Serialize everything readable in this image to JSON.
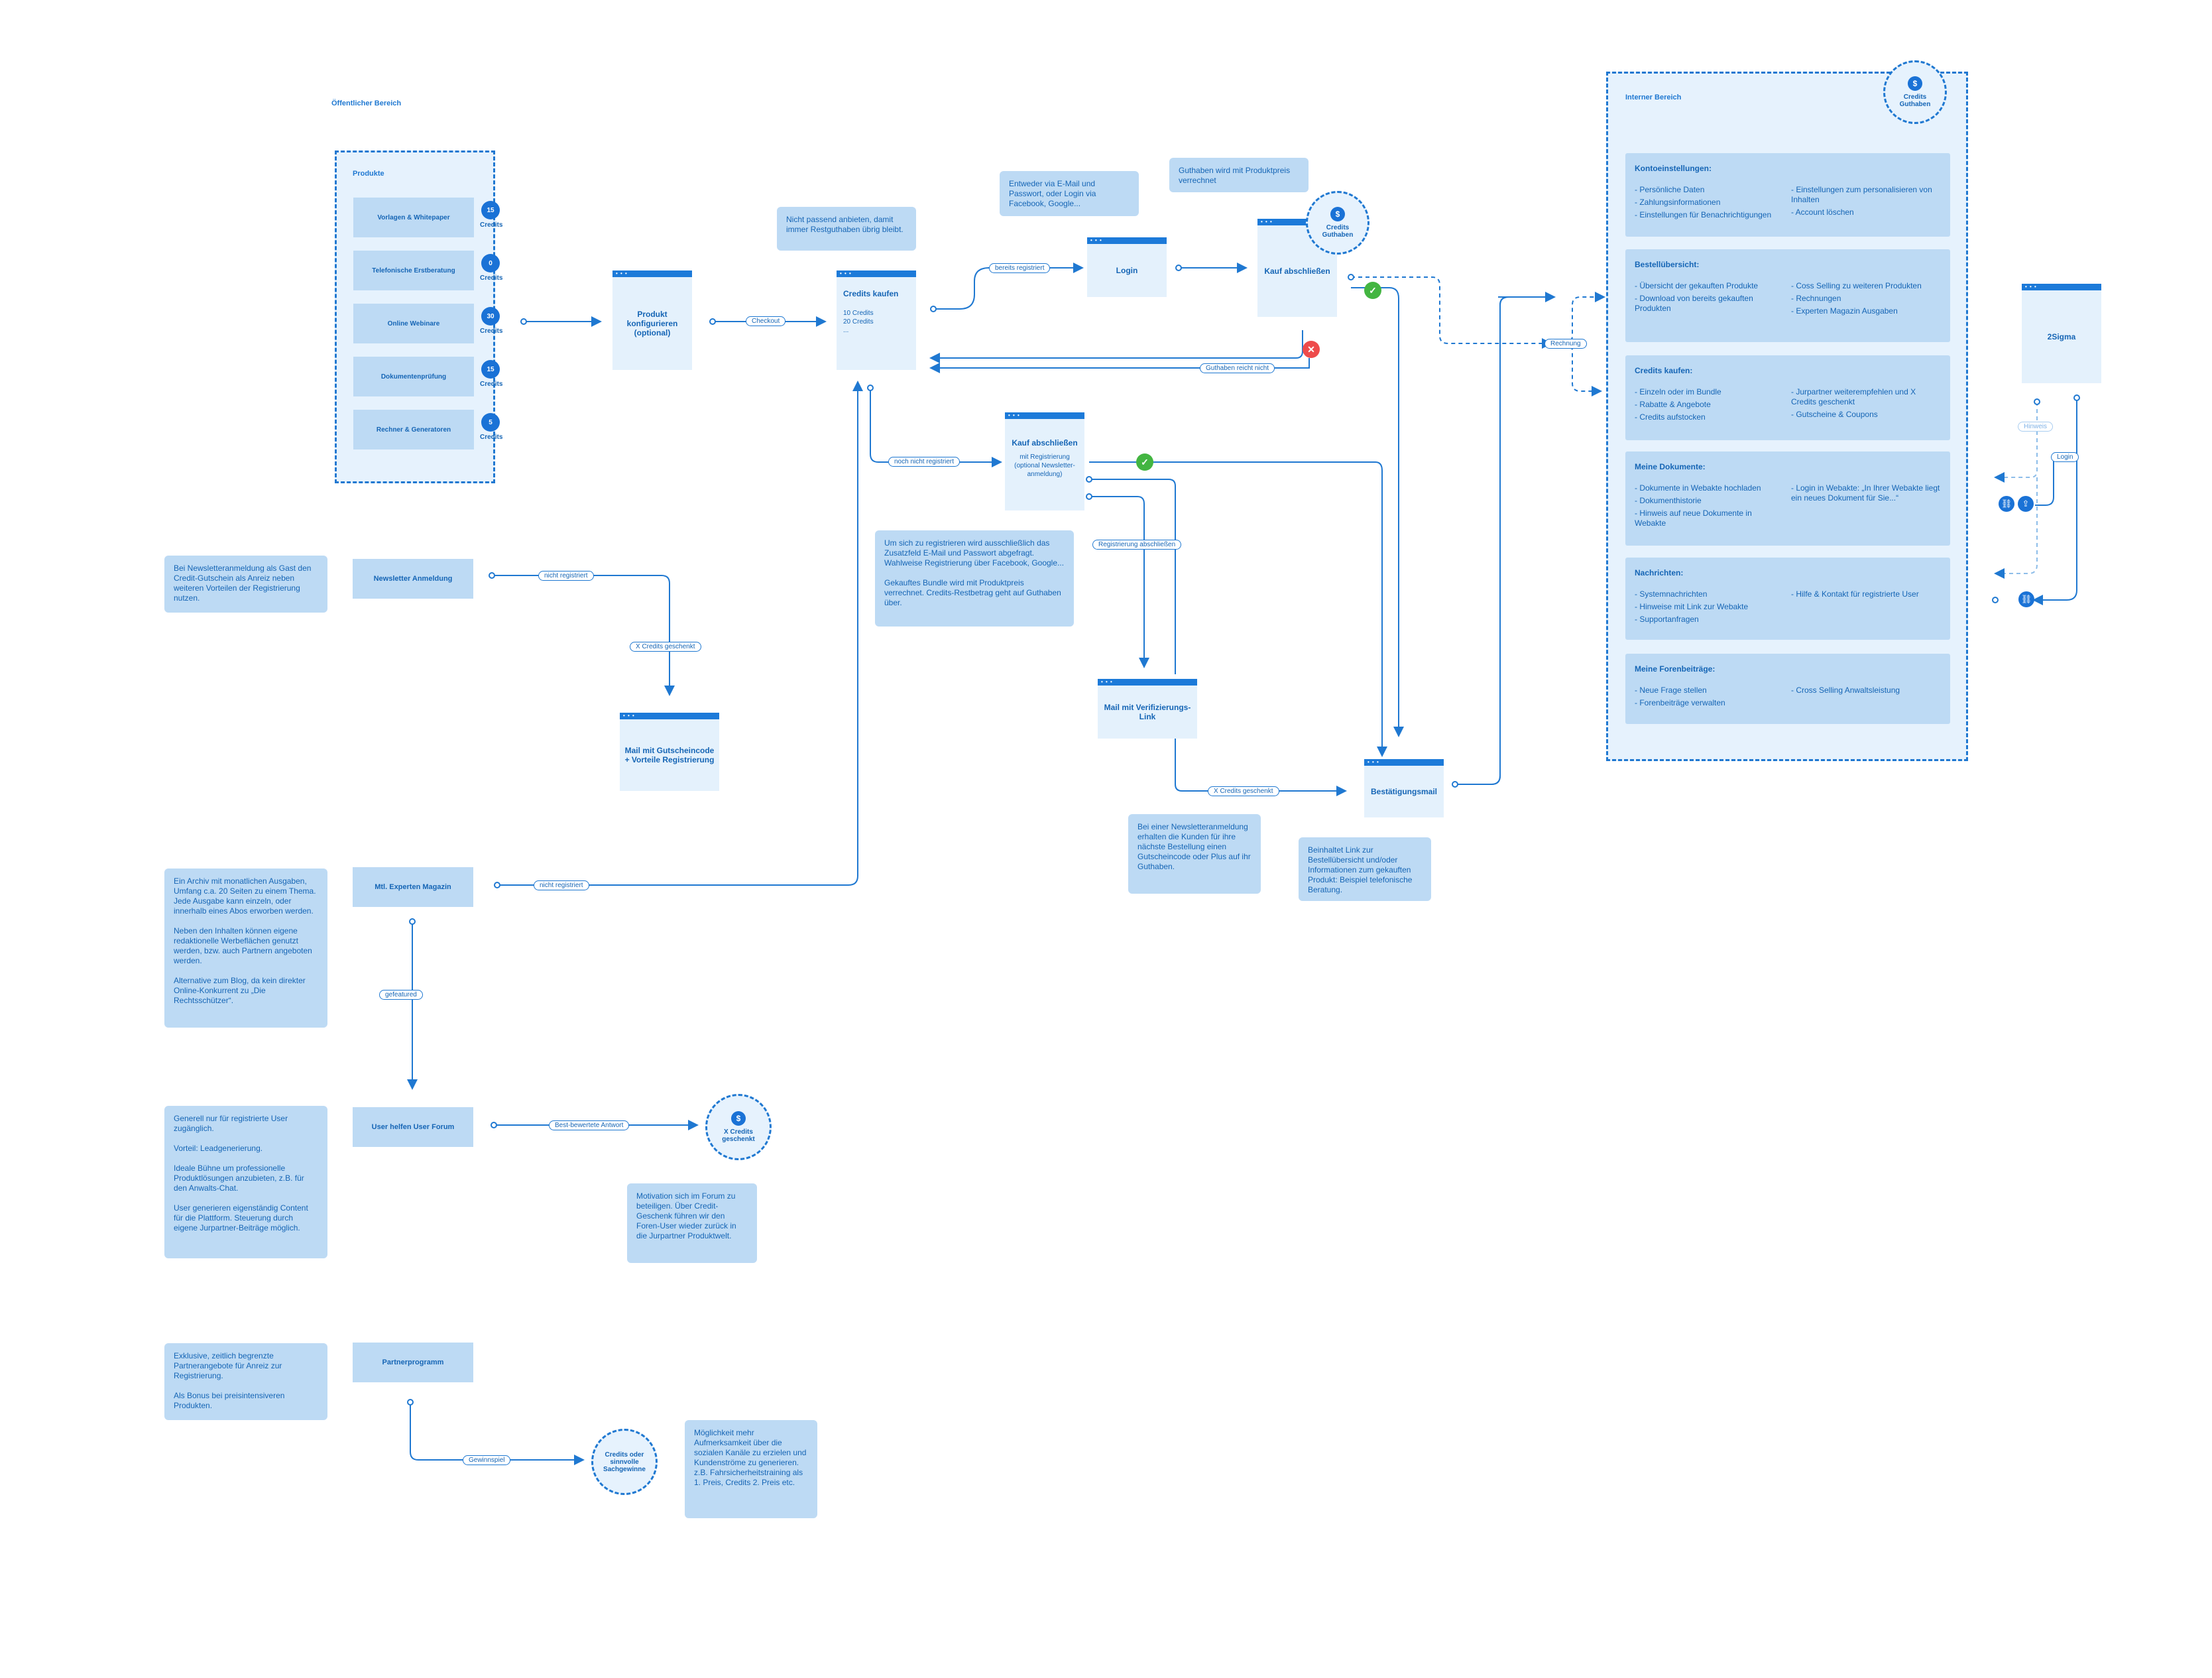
{
  "public_area": {
    "label": "Öffentlicher Bereich",
    "products_label": "Produkte",
    "products": [
      {
        "name": "Vorlagen & Whitepaper",
        "credits": "15",
        "credits_label": "Credits"
      },
      {
        "name": "Telefonische Erstberatung",
        "credits": "0",
        "credits_label": "Credits"
      },
      {
        "name": "Online Webinare",
        "credits": "30",
        "credits_label": "Credits"
      },
      {
        "name": "Dokumentenprüfung",
        "credits": "15",
        "credits_label": "Credits"
      },
      {
        "name": "Rechner & Generatoren",
        "credits": "5",
        "credits_label": "Credits"
      }
    ]
  },
  "screens": {
    "configure": {
      "title": "Produkt konfigurieren (optional)"
    },
    "buy_credits": {
      "title": "Credits kaufen",
      "items": [
        "10 Credits",
        "20 Credits",
        "..."
      ]
    },
    "login": {
      "title": "Login"
    },
    "checkout_registered": {
      "title": "Kauf abschließen",
      "badge_title": "Credits",
      "badge_sub": "Guthaben"
    },
    "checkout_unregistered": {
      "title": "Kauf abschließen",
      "sub": "mit Registrierung (optional Newsletter-anmeldung)"
    },
    "verify_mail": {
      "title": "Mail mit Verifizierungs-Link"
    },
    "confirmation": {
      "title": "Bestätigungsmail"
    },
    "voucher_mail": {
      "title": "Mail mit Gutscheincode + Vorteile Registrierung"
    },
    "sigma": {
      "title": "2Sigma"
    }
  },
  "edge_labels": {
    "checkout": "Checkout",
    "registered": "bereits registriert",
    "not_registered": "noch nicht registriert",
    "insufficient": "Guthaben reicht nicht",
    "invoice": "Rechnung",
    "registration_done": "Registrierung abschließen",
    "x_credits_gift": "X Credits geschenkt",
    "newsletter_not_registered": "nicht registriert",
    "newsletter_gift": "X Credits geschenkt",
    "magazine_not_registered": "nicht registriert",
    "featured": "gefeatured",
    "best_answer": "Best-bewertete Antwort",
    "contest": "Gewinnspiel",
    "sigma_up": "Hinweis",
    "sigma_login": "Login"
  },
  "notes": {
    "remaining": "Nicht passend anbieten, damit immer Restguthaben übrig bleibt.",
    "login_hint": "Entweder via E-Mail und Passwort, oder Login via Facebook, Google...",
    "deduct": "Guthaben wird mit Produktpreis verrechnet",
    "register_hint": "Um sich zu registrieren wird ausschließlich das Zusatzfeld E-Mail und Passwort abgefragt. Wahlweise Registrierung über Facebook, Google...\n\nGekauftes Bundle wird mit Produktpreis verrechnet. Credits-Restbetrag geht auf Guthaben über.",
    "newsletter_bonus": "Bei einer Newsletteranmeldung erhalten die Kunden für ihre nächste Bestellung einen Gutscheincode oder Plus auf ihr Guthaben.",
    "confirmation_hint": "Beinhaltet Link zur Bestellübersicht und/oder Informationen zum gekauften Produkt: Beispiel telefonische Beratung.",
    "newsletter_guest": "Bei Newsletteranmeldung als Gast den Credit-Gutschein als Anreiz neben weiteren Vorteilen der Registrierung nutzen.",
    "magazine": "Ein Archiv mit monatlichen Ausgaben, Umfang c.a. 20 Seiten zu einem Thema. Jede Ausgabe kann einzeln, oder innerhalb eines Abos erworben werden.\n\nNeben den Inhalten können eigene redaktionelle Werbeflächen genutzt werden, bzw. auch Partnern angeboten werden.\n\nAlternative zum Blog, da kein direkter Online-Konkurrent zu „Die Rechtsschützer“.",
    "forum": "Generell nur für registrierte User zugänglich.\n\nVorteil: Leadgenerierung.\n\nIdeale Bühne um professionelle Produktlösungen anzubieten, z.B. für den Anwalts-Chat.\n\nUser generieren eigenständig Content für die Plattform. Steuerung durch eigene Jurpartner-Beiträge möglich.",
    "forum_motivation": "Motivation sich im Forum zu beteiligen. Über Credit-Geschenk führen wir den Foren-User wieder zurück in die Jurpartner Produktwelt.",
    "partner": "Exklusive, zeitlich begrenzte Partnerangebote für Anreiz zur Registrierung.\n\nAls Bonus bei preisintensiveren Produkten.",
    "contest": "Möglichkeit mehr Aufmerksamkeit über die sozialen Kanäle zu erzielen und Kundenströme zu generieren. z.B. Fahrsicherheitstraining als 1. Preis, Credits 2. Preis etc."
  },
  "entry_boxes": {
    "newsletter": "Newsletter Anmeldung",
    "magazine": "Mtl. Experten Magazin",
    "forum": "User helfen User Forum",
    "partner": "Partnerprogramm"
  },
  "reward_circles": {
    "forum": {
      "line1": "X Credits",
      "line2": "geschenkt"
    },
    "contest": {
      "line1": "Credits oder",
      "line2": "sinnvolle",
      "line3": "Sachgewinne"
    }
  },
  "internal_area": {
    "label": "Interner Bereich",
    "badge_title": "Credits",
    "badge_sub": "Guthaben",
    "sections": [
      {
        "title": "Kontoeinstellungen:",
        "left": [
          "- Persönliche Daten",
          "- Zahlungsinformationen",
          "- Einstellungen für Benachrichtigungen"
        ],
        "right": [
          "- Einstellungen zum personalisieren von Inhalten",
          "- Account löschen"
        ]
      },
      {
        "title": "Bestellübersicht:",
        "left": [
          "- Übersicht der gekauften Produkte",
          "- Download von bereits gekauften Produkten"
        ],
        "right": [
          "- Coss Selling zu weiteren Produkten",
          "- Rechnungen",
          "- Experten Magazin Ausgaben"
        ]
      },
      {
        "title": "Credits kaufen:",
        "left": [
          "- Einzeln oder im Bundle",
          "- Rabatte & Angebote",
          "- Credits aufstocken"
        ],
        "right": [
          "- Jurpartner weiterempfehlen und X Credits geschenkt",
          "- Gutscheine & Coupons"
        ]
      },
      {
        "title": "Meine Dokumente:",
        "left": [
          "- Dokumente in Webakte hochladen",
          "- Dokumenthistorie",
          "- Hinweis auf neue Dokumente in Webakte"
        ],
        "right": [
          "- Login in Webakte: „In Ihrer Webakte liegt ein neues Dokument für Sie...“"
        ]
      },
      {
        "title": "Nachrichten:",
        "left": [
          "- Systemnachrichten",
          "- Hinweise mit Link zur Webakte",
          "- Supportanfragen"
        ],
        "right": [
          "- Hilfe & Kontakt für registrierte User"
        ]
      },
      {
        "title": "Meine Forenbeiträge:",
        "left": [
          "- Neue Frage stellen",
          "- Forenbeiträge verwalten"
        ],
        "right": [
          "- Cross Selling Anwaltsleistung"
        ]
      }
    ]
  },
  "icons": {
    "coin": "$",
    "check": "✓",
    "cross": "✕",
    "link": "⛓",
    "upload": "⇪"
  },
  "colors": {
    "accent": "#1c7ad9",
    "box": "#bddaf4",
    "region": "#e6f2fd",
    "success": "#43b541",
    "error": "#ee4b4b"
  }
}
